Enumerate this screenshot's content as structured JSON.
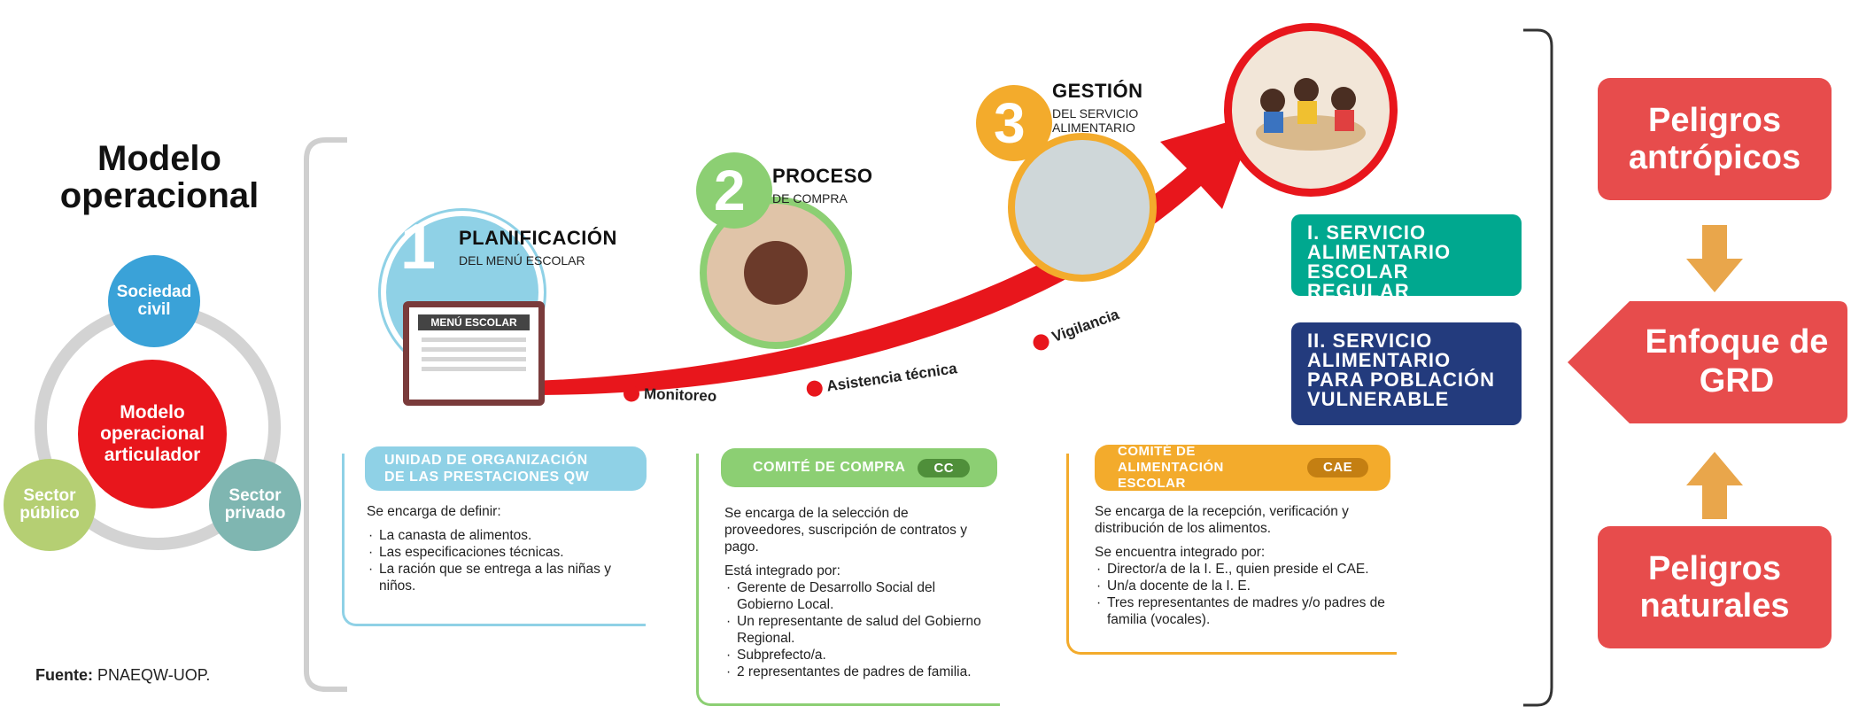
{
  "title": "Modelo operacional",
  "center_circle": "Modelo operacional articulador",
  "actors": {
    "civil": "Sociedad civil",
    "publico": "Sector público",
    "privado": "Sector privado"
  },
  "source": {
    "label": "Fuente:",
    "text": "PNAEQW-UOP."
  },
  "steps": [
    {
      "number": "1",
      "title": "PLANIFICACIÓN",
      "subtitle": "DEL MENÚ ESCOLAR",
      "doc_label": "MENÚ ESCOLAR"
    },
    {
      "number": "2",
      "title": "PROCESO",
      "subtitle": "DE COMPRA"
    },
    {
      "number": "3",
      "title": "GESTIÓN",
      "subtitle": "DEL SERVICIO ALIMENTARIO"
    }
  ],
  "arrow_labels": {
    "monitoreo": "Monitoreo",
    "asistencia": "Asistencia técnica",
    "vigilancia": "Vigilancia"
  },
  "services": {
    "regular": "I. SERVICIO ALIMENTARIO ESCOLAR REGULAR",
    "vulnerable": "II. SERVICIO ALIMENTARIO PARA POBLACIÓN VULNERABLE"
  },
  "boxes": {
    "unidad": {
      "header": "UNIDAD DE ORGANIZACIÓN DE LAS PRESTACIONES QW",
      "intro": "Se encarga de definir:",
      "items": [
        "La canasta de alimentos.",
        "Las especificaciones técnicas.",
        "La ración que se entrega a las niñas y niños."
      ]
    },
    "comite_compra": {
      "header": "COMITÉ DE COMPRA",
      "tag": "CC",
      "intro": "Se encarga de la selección de proveedores, suscripción de contratos y pago.",
      "intro2": "Está integrado por:",
      "items": [
        "Gerente de Desarrollo Social del Gobierno Local.",
        "Un representante de salud del Gobierno Regional.",
        "Subprefecto/a.",
        "2 representantes de padres de familia."
      ]
    },
    "comite_alimentacion": {
      "header": "COMITÉ DE ALIMENTACIÓN ESCOLAR",
      "tag": "CAE",
      "intro": "Se encarga de la recepción, verificación y distribución de los alimentos.",
      "intro2": "Se encuentra integrado por:",
      "items": [
        "Director/a de la I. E., quien preside el CAE.",
        "Un/a docente de la I. E.",
        "Tres representantes de madres y/o padres de familia (vocales)."
      ]
    }
  },
  "hazards": {
    "antropicos": "Peligros antrópicos",
    "enfoque": "Enfoque de GRD",
    "naturales": "Peligros naturales"
  },
  "colors": {
    "red": "#e8161c",
    "blue": "#3aa2d8",
    "green": "#a9cf6b",
    "teal": "#7fb6b1",
    "lightblue": "#8fd1e6",
    "stepgreen": "#8ccf73",
    "orange": "#f3ab2c",
    "service1": "#00a88f",
    "service2": "#233b7d",
    "hazard": "#e74c4c",
    "arrowtan": "#e9a64b"
  }
}
